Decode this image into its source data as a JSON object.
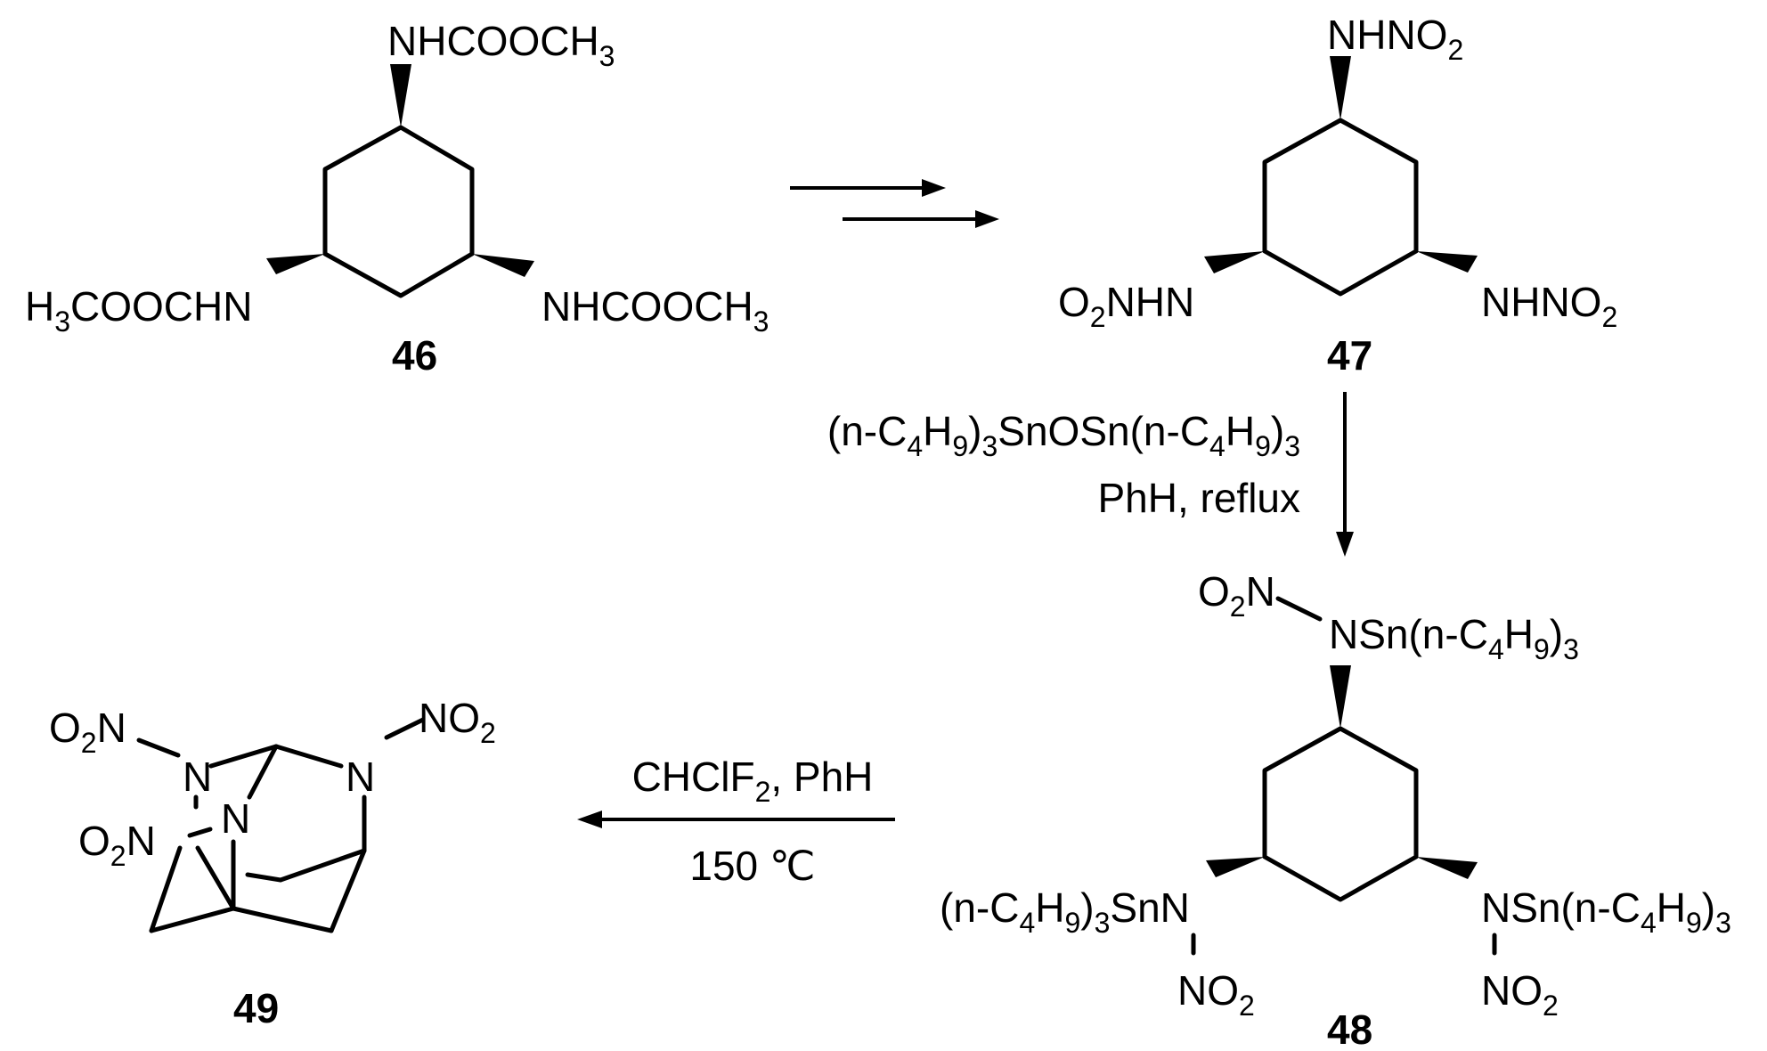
{
  "compounds": {
    "c46": {
      "number": "46",
      "top": [
        "NHCOOCH",
        "3"
      ],
      "left": [
        "H",
        "3",
        "COOCHN"
      ],
      "right": [
        "NHCOOCH",
        "3"
      ]
    },
    "c47": {
      "number": "47",
      "top": [
        "NHNO",
        "2"
      ],
      "left": [
        "O",
        "2",
        "NHN"
      ],
      "right": [
        "NHNO",
        "2"
      ]
    },
    "c48": {
      "number": "48",
      "top_o2n": [
        "O",
        "2",
        "N"
      ],
      "top_n": [
        "NSn(n-C",
        "4",
        "H",
        "9",
        ")",
        "3"
      ],
      "left": [
        "(n-C",
        "4",
        "H",
        "9",
        ")",
        "3",
        "SnN"
      ],
      "left_no2": [
        "NO",
        "2"
      ],
      "right": [
        "NSn(n-C",
        "4",
        "H",
        "9",
        ")",
        "3"
      ],
      "right_no2": [
        "NO",
        "2"
      ]
    },
    "c49": {
      "number": "49",
      "no2_tl": [
        "O",
        "2",
        "N"
      ],
      "no2_tr": [
        "NO",
        "2"
      ],
      "no2_ml": [
        "O",
        "2",
        "N"
      ],
      "n": "N"
    }
  },
  "steps": {
    "step1": {
      "reagent": [
        "(n-C",
        "4",
        "H",
        "9",
        ")",
        "3",
        "SnOSn(n-C",
        "4",
        "H",
        "9",
        ")",
        "3"
      ],
      "conditions": "PhH, reflux"
    },
    "step2": {
      "reagent": [
        "CHClF",
        "2",
        ", PhH"
      ],
      "conditions": "150 ℃"
    }
  }
}
